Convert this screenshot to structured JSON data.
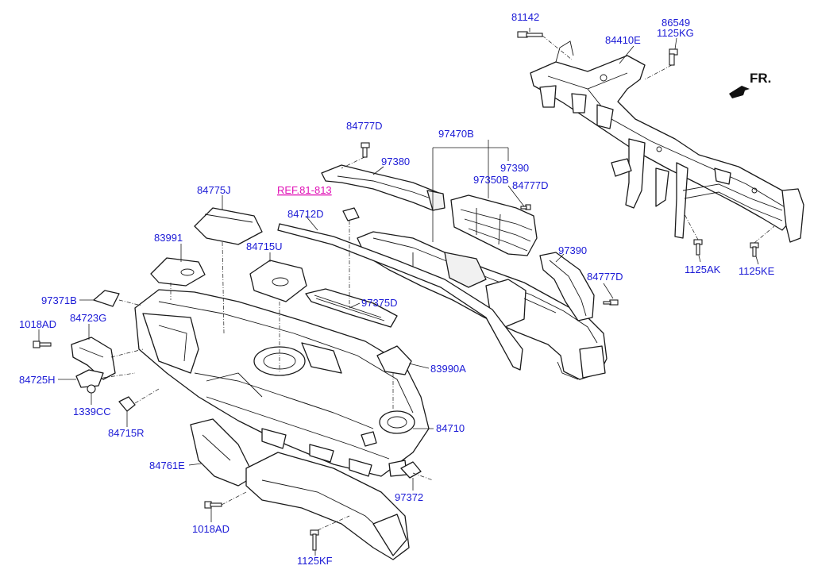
{
  "diagram": {
    "direction_marker": "FR.",
    "reference": "REF.81-813",
    "colors": {
      "label": "#1b1ad6",
      "reference": "#e011b6",
      "line": "#1a1a1a"
    },
    "labels": {
      "p81142": "81142",
      "p86549": "86549",
      "p1125KG": "1125KG",
      "p84410E": "84410E",
      "p84777D_a": "84777D",
      "p97470B": "97470B",
      "p97380": "97380",
      "p97390_a": "97390",
      "p97350B": "97350B",
      "p84777D_b": "84777D",
      "p84775J": "84775J",
      "p84712D": "84712D",
      "p83991": "83991",
      "p84715U": "84715U",
      "p97390_b": "97390",
      "p84777D_c": "84777D",
      "p1125AK": "1125AK",
      "p1125KE": "1125KE",
      "p97371B": "97371B",
      "p1018AD_a": "1018AD",
      "p84723G": "84723G",
      "p97375D": "97375D",
      "p83990A": "83990A",
      "p84725H": "84725H",
      "p1339CC": "1339CC",
      "p84715R": "84715R",
      "p84710": "84710",
      "p84761E": "84761E",
      "p97372": "97372",
      "p1018AD_b": "1018AD",
      "p1125KF": "1125KF"
    }
  }
}
